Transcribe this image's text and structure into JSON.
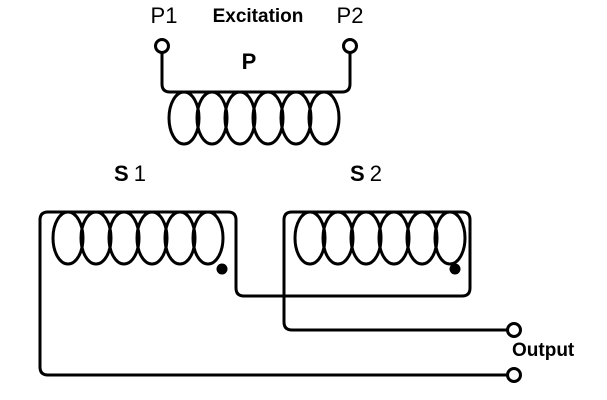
{
  "diagram_type": "transformer-schematic",
  "labels": {
    "p1": "P1",
    "excitation": "Excitation",
    "p2": "P2",
    "primary": "P",
    "s1": {
      "prefix": "S",
      "number": "1"
    },
    "s2": {
      "prefix": "S",
      "number": "2"
    },
    "output": "Output"
  },
  "colors": {
    "line": "#000000",
    "background": "#ffffff",
    "text": "#000000"
  }
}
